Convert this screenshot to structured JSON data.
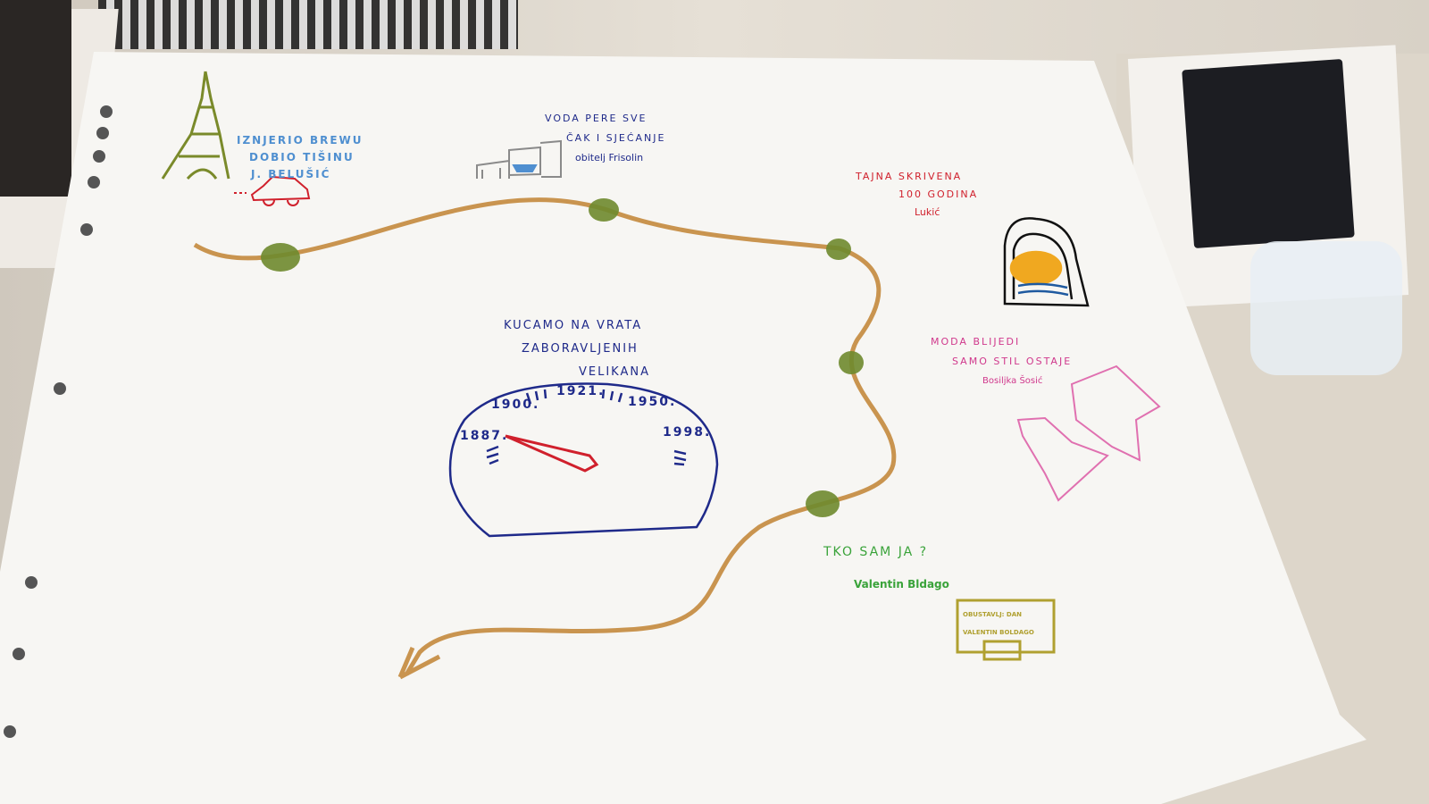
{
  "poster": {
    "paris_note": [
      "IZNJERIO BREWU",
      "DOBIO TIŠINU",
      "J. BELUŠIĆ"
    ],
    "water_note": [
      "VODA PERE SVE",
      "ČAK I SJEĆANJE",
      "obitelj Frisolin"
    ],
    "secret_note": [
      "TAJNA SKRIVENA",
      "100 GODINA",
      "Lukić"
    ],
    "fashion_note": [
      "MODA BLIJEDI",
      "SAMO STIL OSTAJE",
      "Bosiljka Šosić"
    ],
    "who_note": [
      "TKO SAM JA ?",
      "Valentin Bldago"
    ],
    "center_title": [
      "KUCAMO NA VRATA",
      "ZABORAVLJENIH",
      "VELIKANA"
    ],
    "gauge_labels": [
      "1887.",
      "1900.",
      "1921.",
      "1950.",
      "1998."
    ],
    "sign_text": [
      "OBUSTAVLJ: DAN",
      "VALENTIN BOLDAGO"
    ]
  },
  "colors": {
    "path": "#c9944f",
    "node": "#6e8a2e",
    "blue": "#1f2a8a",
    "red": "#d0202c",
    "pink": "#d0388c",
    "green": "#3aa33a",
    "lightblue": "#4f8fd0",
    "olive": "#7a8a2a"
  }
}
